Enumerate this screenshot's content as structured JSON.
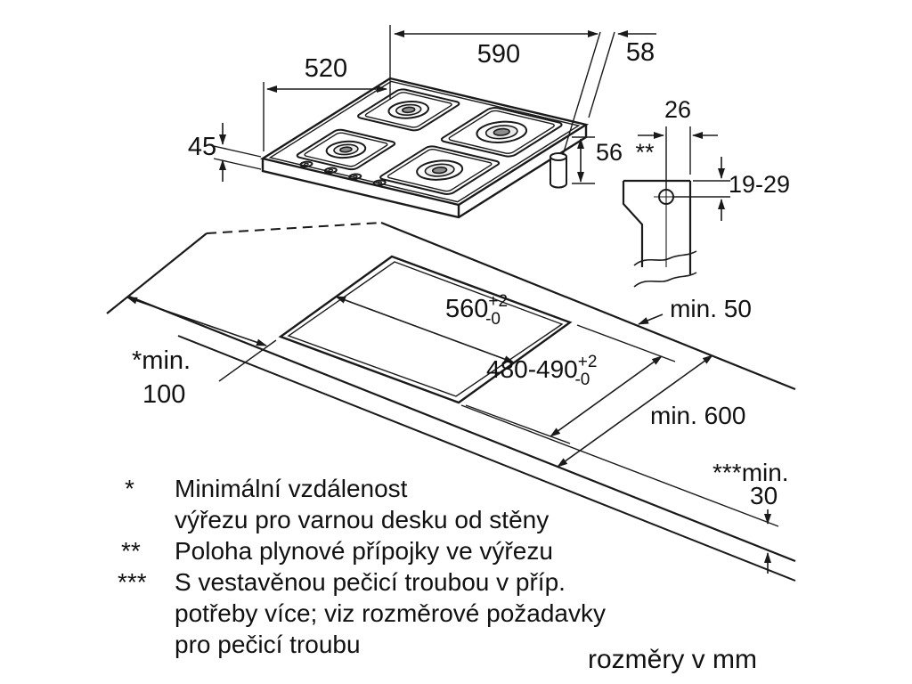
{
  "diagram": {
    "hob_dims": {
      "width": "590",
      "depth": "520",
      "height": "45",
      "below_worktop": "56",
      "below_worktop_marker": "**",
      "gas_offset_right": "58"
    },
    "gas_detail": {
      "width": "26",
      "height_range": "19-29"
    },
    "cutout_dims": {
      "width": "560",
      "width_tol_upper": "+2",
      "width_tol_lower": "-0",
      "depth": "480-490",
      "depth_tol_upper": "+2",
      "depth_tol_lower": "-0"
    },
    "clearances": {
      "rear": "min. 50",
      "left_label": "*min.",
      "left_value": "100",
      "worktop_depth": "min. 600",
      "front_label": "***min.",
      "front_value": "30"
    },
    "legend": {
      "item1_marker": "*",
      "item1_line1": "Minimální vzdálenost",
      "item1_line2": "výřezu pro varnou desku od stěny",
      "item2_marker": "**",
      "item2_line1": "Poloha plynové přípojky ve výřezu",
      "item3_marker": "***",
      "item3_line1": "S vestavěnou pečicí troubou v příp.",
      "item3_line2": "potřeby více; viz rozměrové požadavky",
      "item3_line3": "pro pečicí troubu",
      "units": "rozměry v mm"
    }
  }
}
